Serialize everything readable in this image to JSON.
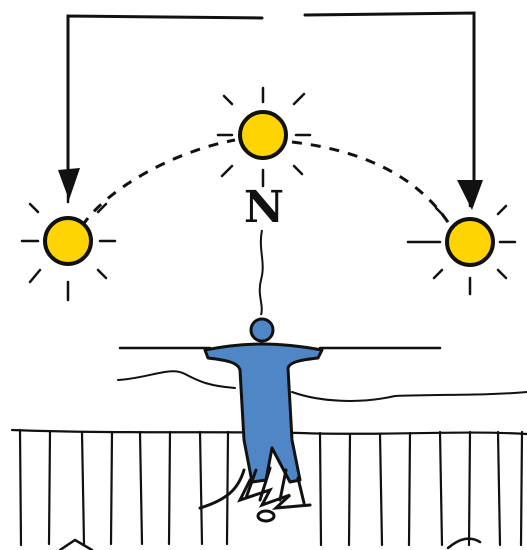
{
  "diagram": {
    "north_label": "N",
    "colors": {
      "ink": "#111111",
      "sun_fill": "#ffd400",
      "person_fill": "#4f86c6"
    },
    "icons": [
      "sun-icon",
      "person-icon",
      "north-arrow",
      "fence",
      "horizon"
    ]
  }
}
